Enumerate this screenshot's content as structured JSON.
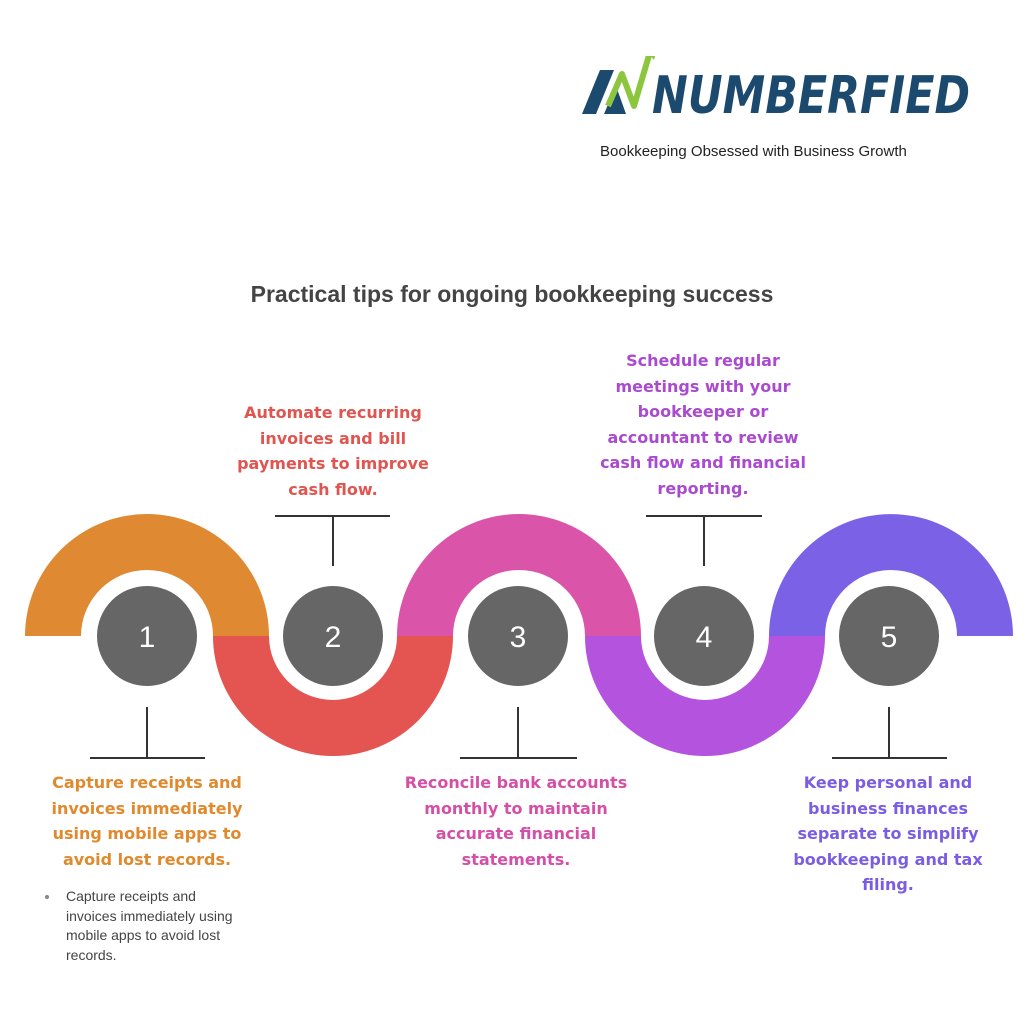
{
  "brand": {
    "logo_text": "NUMBERFIED",
    "tagline": "Bookkeeping Obsessed with Business Growth",
    "colors": {
      "navy": "#1c4a6e",
      "green": "#8cc63f"
    }
  },
  "title": "Practical tips for ongoing bookkeeping success",
  "steps": [
    {
      "number": "1",
      "text": "Capture receipts and invoices immediately using mobile apps to avoid lost records.",
      "color": "#e0892d",
      "band_color": "#df8a32"
    },
    {
      "number": "2",
      "text": "Automate recurring invoices and bill payments to improve cash flow.",
      "color": "#e0554f",
      "band_color": "#e45552"
    },
    {
      "number": "3",
      "text": "Reconcile bank accounts monthly to maintain accurate financial statements.",
      "color": "#d54fa6",
      "band_color": "#da55a9"
    },
    {
      "number": "4",
      "text": "Schedule regular meetings with your bookkeeper or accountant to review cash flow and financial reporting.",
      "color": "#a94ad0",
      "band_color": "#b453dd"
    },
    {
      "number": "5",
      "text": "Keep personal and business finances separate to simplify bookkeeping and tax filing.",
      "color": "#7a5de2",
      "band_color": "#7b61e6"
    }
  ],
  "bullet": {
    "text": "Capture receipts and invoices immediately using mobile apps to avoid lost records."
  },
  "circle_color": "#666666",
  "connector_color": "#333333"
}
